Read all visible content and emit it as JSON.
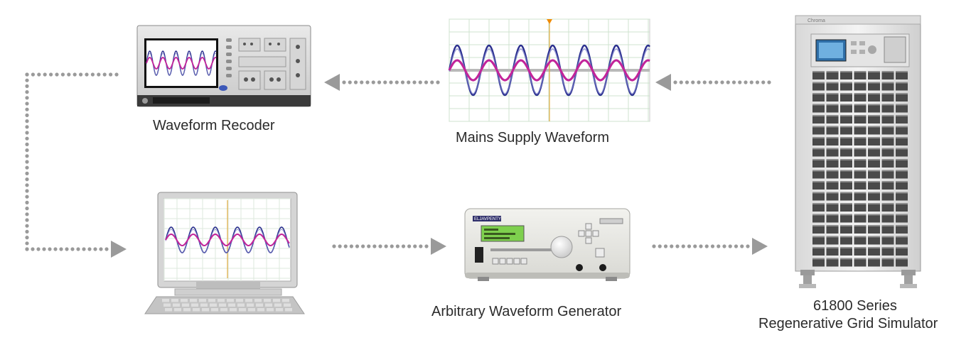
{
  "labels": {
    "recorder": "Waveform Recoder",
    "mains": "Mains Supply Waveform",
    "generator": "Arbitrary Waveform Generator",
    "simulator_line1": "61800 Series",
    "simulator_line2": "Regenerative Grid Simulator"
  },
  "device_text": {
    "cabinet_brand": "Chroma",
    "generator_brand": "ELJAVPENTY"
  },
  "colors": {
    "wave_blue": "#2b2f8f",
    "wave_magenta": "#c2249a",
    "grid": "#cfe3cf",
    "arrow": "#9a9a9a",
    "device_light": "#ececec",
    "device_dark": "#3c3c3c"
  },
  "icons": {
    "recorder": "oscilloscope-icon",
    "pc": "computer-icon",
    "awg": "signal-generator-icon",
    "cabinet": "grid-simulator-cabinet-icon"
  }
}
